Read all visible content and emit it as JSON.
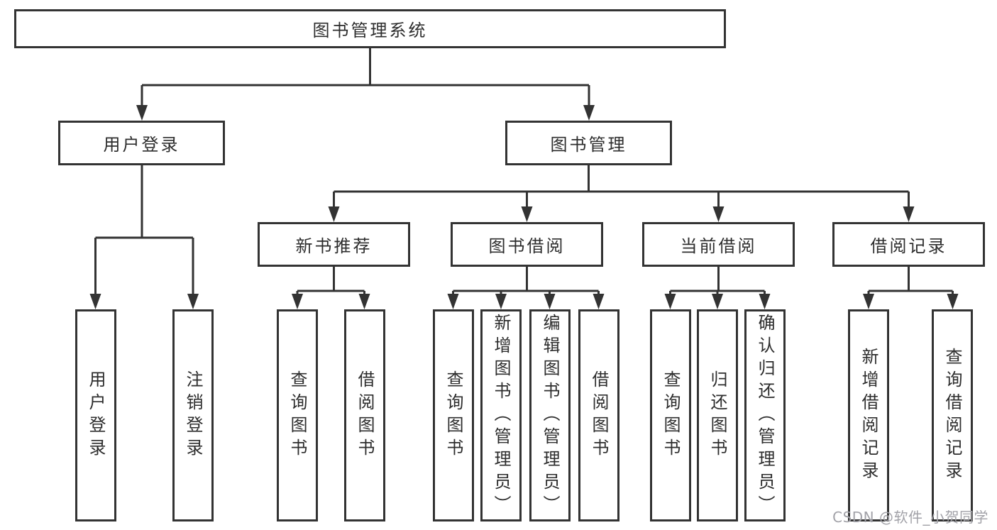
{
  "diagram": {
    "root": {
      "label": "图书管理系统"
    },
    "branches": [
      {
        "label": "用户登录",
        "children": [
          {
            "label": "用户登录"
          },
          {
            "label": "注销登录"
          }
        ]
      },
      {
        "label": "图书管理",
        "children": [
          {
            "label": "新书推荐",
            "children": [
              {
                "label": "查询图书"
              },
              {
                "label": "借阅图书"
              }
            ]
          },
          {
            "label": "图书借阅",
            "children": [
              {
                "label": "查询图书"
              },
              {
                "label": "新增图书（管理员）"
              },
              {
                "label": "编辑图书（管理员）"
              },
              {
                "label": "借阅图书"
              }
            ]
          },
          {
            "label": "当前借阅",
            "children": [
              {
                "label": "查询图书"
              },
              {
                "label": "归还图书"
              },
              {
                "label": "确认归还（管理员）"
              }
            ]
          },
          {
            "label": "借阅记录",
            "children": [
              {
                "label": "新增借阅记录"
              },
              {
                "label": "查询借阅记录"
              }
            ]
          }
        ]
      }
    ]
  },
  "watermark": {
    "text": "CSDN @软件_小贺同学"
  },
  "colors": {
    "line": "#333333",
    "box_border": "#333333",
    "box_background": "#ffffff",
    "text": "#2d2d2d",
    "watermark": "#a2a2a8"
  }
}
